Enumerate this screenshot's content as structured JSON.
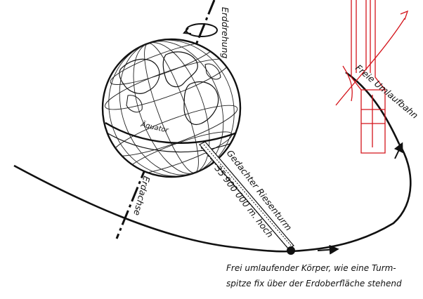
{
  "labels": {
    "erddrehung": "Erddrehung",
    "aequator": "Äquator",
    "erdachse": "Erdachse",
    "turm_name": "Gedachter Riesenturm",
    "turm_hoehe": "35 900 000 m. hoch",
    "umlaufbahn": "Freie Umlaufbahn",
    "koerper_zeile1": "Frei umlaufender Körper, wie eine Turm-",
    "koerper_zeile2": "spitze fix über der Erdoberfläche stehend"
  },
  "colors": {
    "ink": "#111111",
    "overlay_red": "#d4141b",
    "paper": "#ffffff"
  },
  "icons": {
    "rotation": "rotation-arrow-icon",
    "flow": "orbit-arrow-icon",
    "overlay": "tower-sketch-icon"
  }
}
